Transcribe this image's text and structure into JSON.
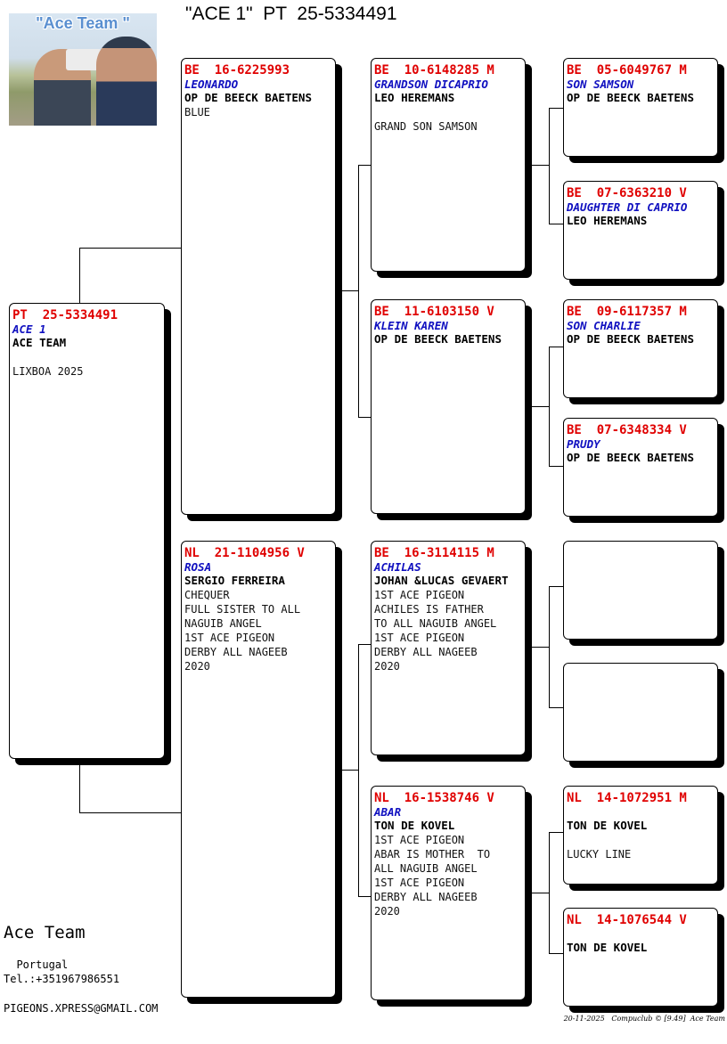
{
  "header": {
    "title": "\"ACE 1\"  PT  25-5334491"
  },
  "photo": {
    "caption": "\"Ace Team \""
  },
  "subject": {
    "ring": "PT  25-5334491",
    "name": "ACE 1",
    "owner": "ACE TEAM",
    "info": [
      "",
      "LIXBOA 2025"
    ]
  },
  "father": {
    "ring": "BE  16-6225993",
    "name": "LEONARDO",
    "owner": "OP DE BEECK BAETENS",
    "info": [
      "BLUE"
    ]
  },
  "mother": {
    "ring": "NL  21-1104956 V",
    "name": "ROSA",
    "owner": "SERGIO FERREIRA",
    "info": [
      "CHEQUER",
      "FULL SISTER TO ALL",
      "NAGUIB ANGEL",
      "1ST ACE PIGEON",
      "DERBY ALL NAGEEB",
      "2020"
    ]
  },
  "ff": {
    "ring": "BE  10-6148285 M",
    "name": "GRANDSON DICAPRIO",
    "owner": "LEO HEREMANS",
    "info": [
      "",
      "GRAND SON SAMSON"
    ]
  },
  "fm": {
    "ring": "BE  11-6103150 V",
    "name": "KLEIN KAREN",
    "owner": "OP DE BEECK BAETENS",
    "info": []
  },
  "mf": {
    "ring": "BE  16-3114115 M",
    "name": "ACHILAS",
    "owner": "JOHAN &LUCAS GEVAERT",
    "info": [
      "1ST ACE PIGEON",
      "ACHILES IS FATHER",
      "TO ALL NAGUIB ANGEL",
      "1ST ACE PIGEON",
      "DERBY ALL NAGEEB",
      "2020"
    ]
  },
  "mm": {
    "ring": "NL  16-1538746 V",
    "name": "ABAR",
    "owner": "TON DE KOVEL",
    "info": [
      "1ST ACE PIGEON",
      "ABAR IS MOTHER  TO",
      "ALL NAGUIB ANGEL",
      "1ST ACE PIGEON",
      "DERBY ALL NAGEEB",
      "2020"
    ]
  },
  "fff": {
    "ring": "BE  05-6049767 M",
    "name": "SON SAMSON",
    "owner": "OP DE BEECK BAETENS",
    "info": []
  },
  "ffm": {
    "ring": "BE  07-6363210 V",
    "name": "DAUGHTER DI CAPRIO",
    "owner": "LEO HEREMANS",
    "info": []
  },
  "fmf": {
    "ring": "BE  09-6117357 M",
    "name": "SON CHARLIE",
    "owner": "OP DE BEECK BAETENS",
    "info": []
  },
  "fmm": {
    "ring": "BE  07-6348334 V",
    "name": "PRUDY",
    "owner": "OP DE BEECK BAETENS",
    "info": []
  },
  "mff": {
    "ring": "",
    "name": "",
    "owner": "",
    "info": []
  },
  "mfm": {
    "ring": "",
    "name": "",
    "owner": "",
    "info": []
  },
  "mmf": {
    "ring": "NL  14-1072951 M",
    "name": "",
    "owner": "TON DE KOVEL",
    "info": [
      "",
      "LUCKY LINE"
    ]
  },
  "mmm": {
    "ring": "NL  14-1076544 V",
    "name": "",
    "owner": "TON DE KOVEL",
    "info": []
  },
  "footer": {
    "breeder": "Ace Team",
    "country": "  Portugal",
    "phone": "Tel.:+351967986551",
    "email": "PIGEONS.XPRESS@GMAIL.COM",
    "stamp": "20-11-2025   Compuclub © [9.49]  Ace Team"
  }
}
